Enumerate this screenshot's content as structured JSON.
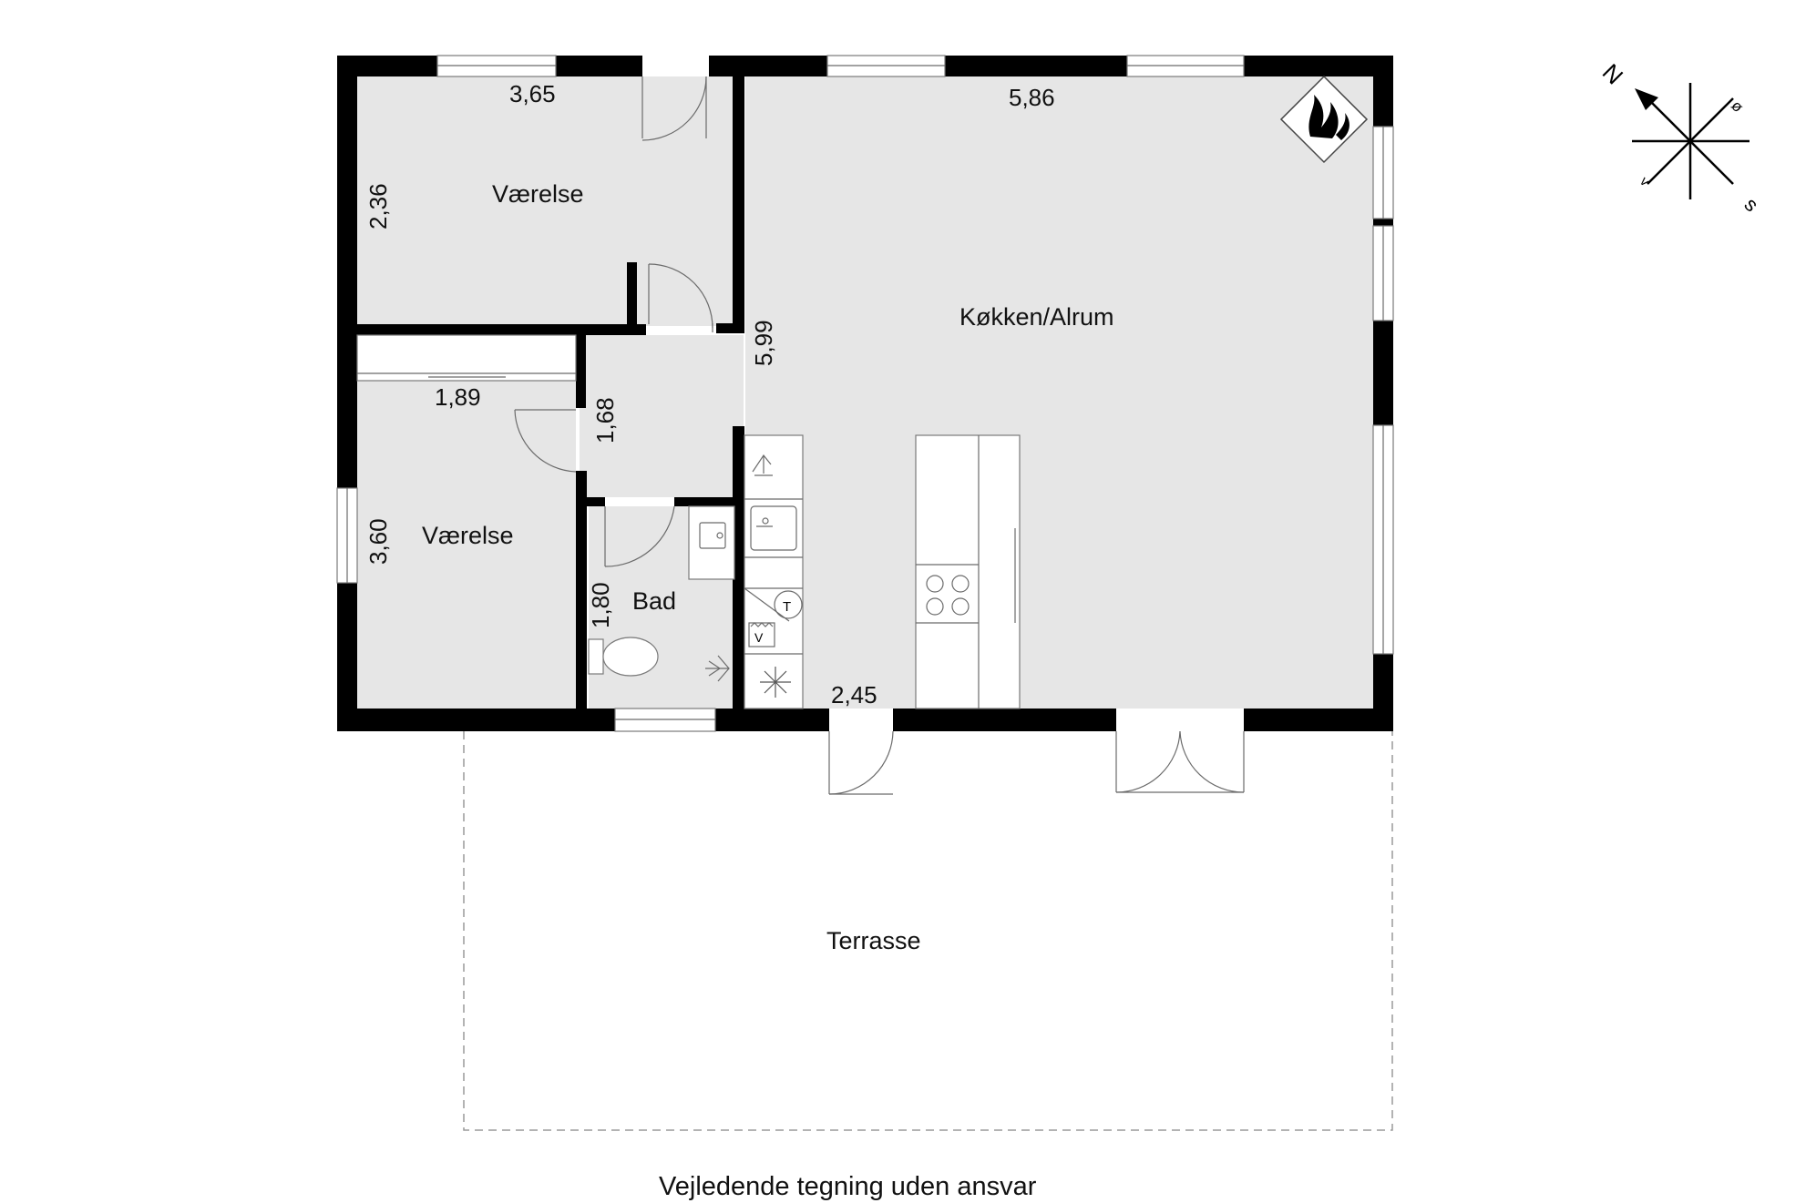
{
  "rooms": {
    "vaerelse_top": "Værelse",
    "kokken_alrum": "Køkken/Alrum",
    "vaerelse_left": "Værelse",
    "bad": "Bad",
    "terrasse": "Terrasse"
  },
  "dimensions": {
    "top_room_width": "3,65",
    "top_room_height": "2,36",
    "kitchen_width": "5,86",
    "kitchen_height": "5,99",
    "left_room_width": "1,89",
    "hall_height": "1,68",
    "left_room_height": "3,60",
    "bath_height": "1,80",
    "kitchen_bottom": "2,45"
  },
  "compass": {
    "north": "N",
    "east": "ø",
    "south": "s",
    "west": "v"
  },
  "appliances": {
    "oven": "T",
    "dishwasher": "V"
  },
  "caption": "Vejledende tegning uden ansvar",
  "colors": {
    "wall": "#000000",
    "floor": "#e6e6e6",
    "background": "#ffffff"
  }
}
